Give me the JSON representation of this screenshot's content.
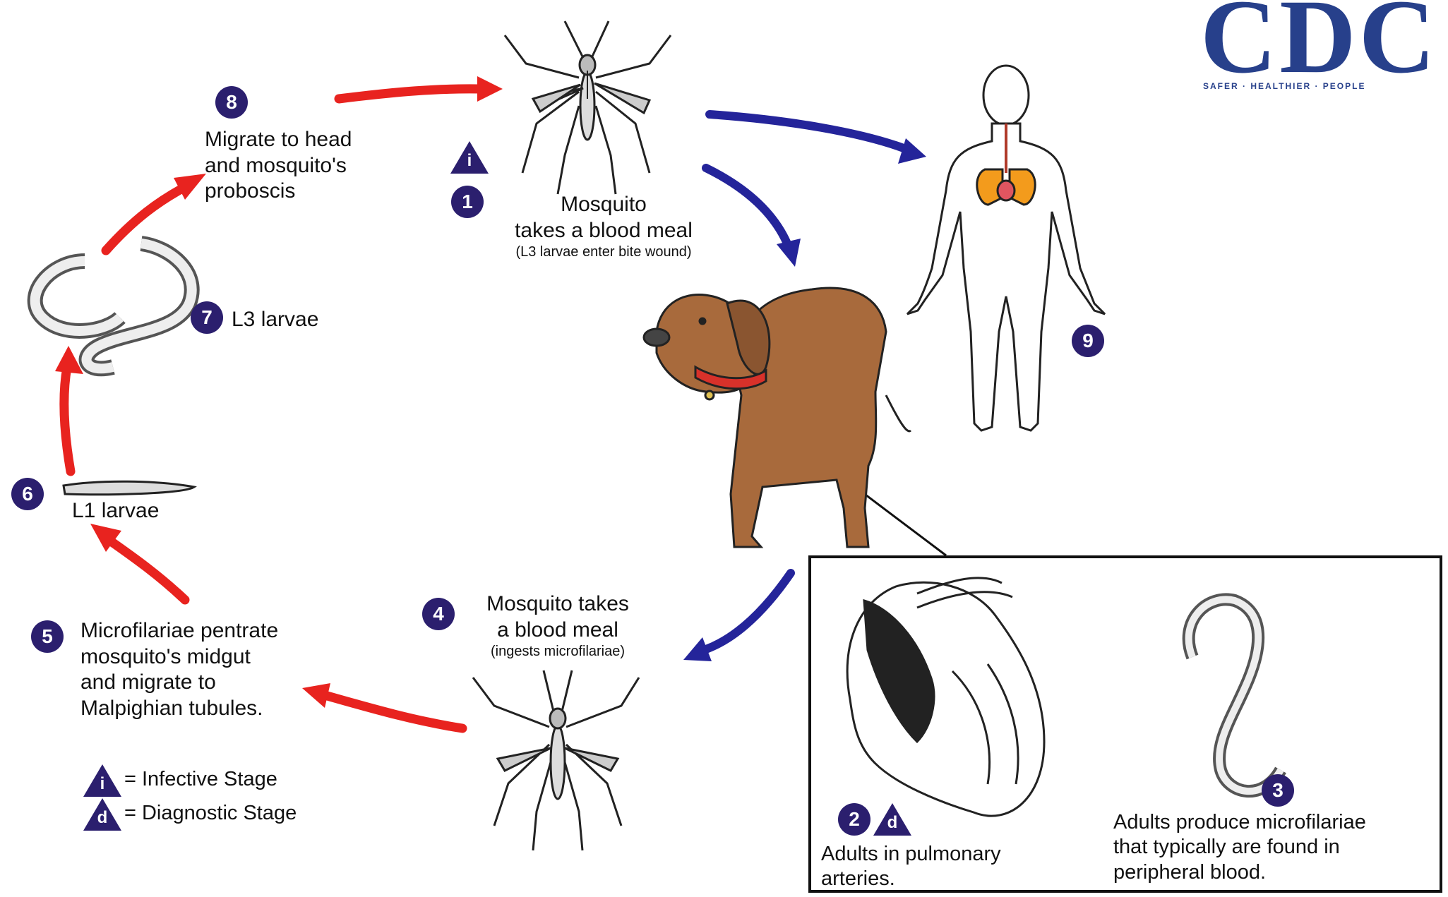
{
  "logo": {
    "letters": "CDC",
    "tagline": "SAFER · HEALTHIER · PEOPLE"
  },
  "steps": {
    "s1": {
      "num": "1",
      "line1": "Mosquito",
      "line2": "takes a blood meal",
      "note": "(L3 larvae enter bite wound)"
    },
    "s2": {
      "num": "2",
      "text1": "Adults in pulmonary",
      "text2": "arteries."
    },
    "s3": {
      "num": "3",
      "text1": "Adults produce microfilariae",
      "text2": "that typically are found in",
      "text3": "peripheral blood."
    },
    "s4": {
      "num": "4",
      "line1": "Mosquito takes",
      "line2": "a blood meal",
      "note": "(ingests microfilariae)"
    },
    "s5": {
      "num": "5",
      "text1": "Microfilariae pentrate",
      "text2": "mosquito's midgut",
      "text3": "and migrate to",
      "text4": "Malpighian tubules."
    },
    "s6": {
      "num": "6",
      "label": "L1 larvae"
    },
    "s7": {
      "num": "7",
      "label": "L3 larvae"
    },
    "s8": {
      "num": "8",
      "text1": "Migrate to head",
      "text2": "and mosquito's",
      "text3": "proboscis"
    },
    "s9": {
      "num": "9"
    }
  },
  "legend": {
    "infective_letter": "i",
    "infective_label": "= Infective Stage",
    "diagnostic_letter": "d",
    "diagnostic_label": "= Diagnostic Stage"
  },
  "colors": {
    "badge": "#2b1f6e",
    "red_arrow": "#e8231f",
    "blue_arrow": "#24249a",
    "dog": "#a86a3c",
    "lungs": "#f39b1c"
  }
}
